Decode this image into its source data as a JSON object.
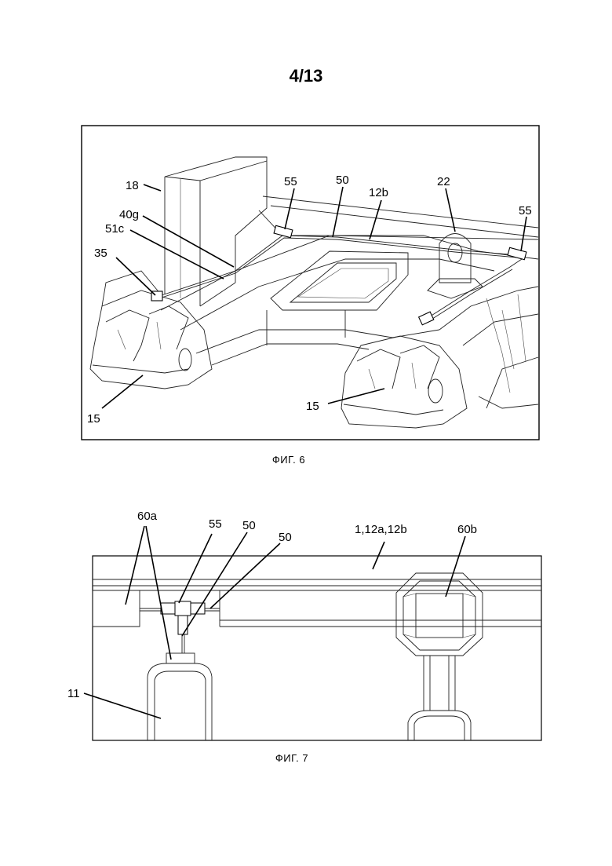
{
  "header": {
    "page_number": "4/13"
  },
  "figure6": {
    "caption": "ФИГ. 6",
    "labels": {
      "l18": "18",
      "l40g": "40g",
      "l51c": "51c",
      "l35": "35",
      "l55a": "55",
      "l50": "50",
      "l12b": "12b",
      "l22": "22",
      "l55b": "55",
      "l15a": "15",
      "l15b": "15"
    }
  },
  "figure7": {
    "caption": "ФИГ. 7",
    "labels": {
      "l60a": "60a",
      "l55": "55",
      "l50a": "50",
      "l50b": "50",
      "l1_12a_12b": "1,12a,12b",
      "l60b": "60b",
      "l11": "11"
    }
  }
}
